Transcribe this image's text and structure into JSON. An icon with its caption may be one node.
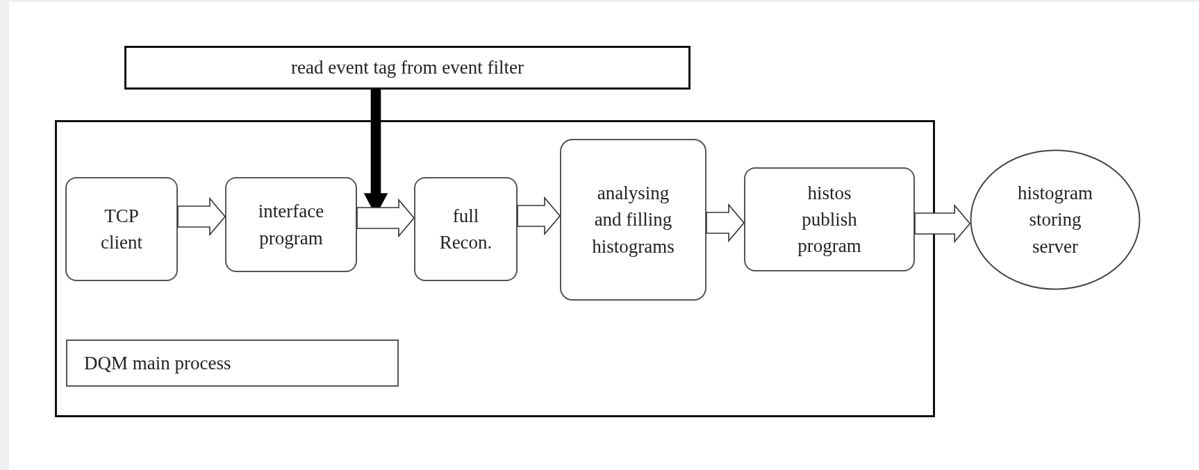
{
  "diagram": {
    "nodes": [
      {
        "text": [
          "read event tag from event filter"
        ]
      },
      {
        "text": [],
        "shape": "box"
      },
      {
        "text": [
          "TCP client"
        ],
        "in": 1
      },
      {
        "text": [
          "interface program"
        ],
        "in": 1
      },
      {
        "text": [
          "full Recon."
        ],
        "in": 1
      },
      {
        "text": [
          "analysing and filling histograms"
        ],
        "in": 1
      },
      {
        "text": [
          "histos publish program"
        ],
        "in": 1
      },
      {
        "text": [
          "histogram storing server"
        ]
      },
      {
        "text": [
          "DQM main process"
        ],
        "in": 1
      }
    ],
    "edges": [
      {
        "from": 0,
        "to": null,
        "arrow": "to",
        "style": "thick"
      },
      {
        "from": 2,
        "to": 3,
        "arrow": "to"
      },
      {
        "from": 3,
        "to": 4,
        "arrow": "to"
      },
      {
        "from": 4,
        "to": 5,
        "arrow": "to"
      },
      {
        "from": 5,
        "to": 6,
        "arrow": "to"
      },
      {
        "from": 6,
        "to": 7,
        "arrow": "to"
      }
    ]
  }
}
